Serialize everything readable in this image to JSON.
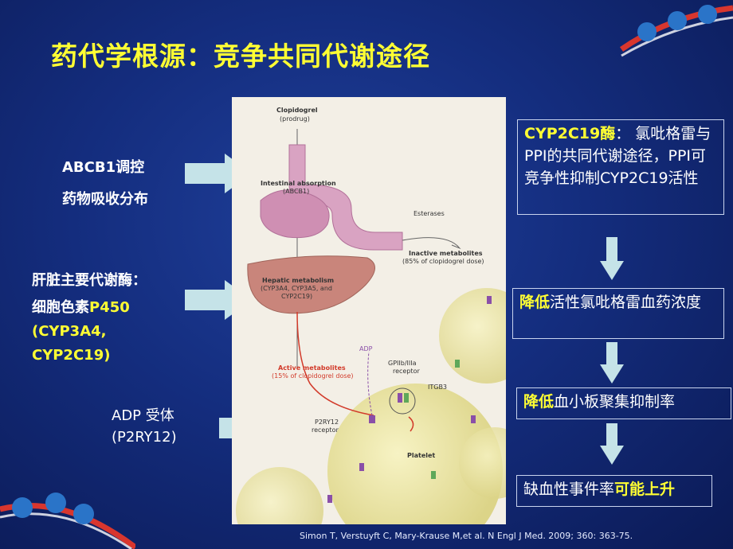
{
  "slide": {
    "title": "药代学根源：竞争共同代谢途径",
    "citation": "Simon T, Verstuyft C, Mary-Krause M,et al. N Engl J Med. 2009; 360: 363-75."
  },
  "left": {
    "abcb1_line1": "ABCB1调控",
    "abcb1_line2": "药物吸收分布",
    "liver_line1": "肝脏主要代谢酶：",
    "liver_line2_prefix": "细胞色素",
    "liver_line2_highlight": "P450",
    "liver_line3": "(CYP3A4,",
    "liver_line4": "CYP2C19)",
    "adp_line1": "ADP 受体",
    "adp_line2": "(P2RY12)"
  },
  "right": {
    "box1_highlight": "CYP2C19酶",
    "box1_text": "： 氯吡格雷与PPI的共同代谢途径，PPI可竞争性抑制CYP2C19活性",
    "box2_highlight": "降低",
    "box2_text": "活性氯吡格雷血药浓度",
    "box3_highlight": "降低",
    "box3_text": "血小板聚集抑制率",
    "box4_text": "缺血性事件率",
    "box4_highlight": "可能上升"
  },
  "figure": {
    "clopidogrel": "Clopidogrel",
    "prodrug": "(prodrug)",
    "intestinal": "Intestinal absorption",
    "abcb1": "(ABCB1)",
    "esterases": "Esterases",
    "inactive": "Inactive metabolites",
    "inactive_pct": "(85% of clopidogrel dose)",
    "hepatic": "Hepatic metabolism",
    "hepatic_cyp1": "(CYP3A4, CYP3A5, and",
    "hepatic_cyp2": "CYP2C19)",
    "adp": "ADP",
    "gp_receptor1": "GPIIb/IIIa",
    "gp_receptor2": "receptor",
    "active": "Active metabolites",
    "active_pct": "(15% of clopidogrel dose)",
    "itgb3": "ITGB3",
    "p2ry12": "P2RY12",
    "p2ry12_receptor": "receptor",
    "platelet": "Platelet"
  },
  "colors": {
    "title": "#ffff33",
    "arrow": "#c5e3e8",
    "background": "#142d7e"
  }
}
